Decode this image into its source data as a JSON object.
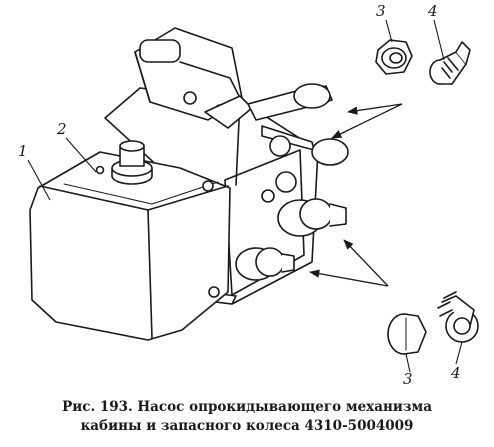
{
  "callouts": {
    "part_1": "1",
    "part_2": "2",
    "part_3_top": "3",
    "part_4_top": "4",
    "part_3_bottom": "3",
    "part_4_bottom": "4"
  },
  "caption": {
    "line1": "Рис. 193. Насос опрокидывающего механизма",
    "line2": "кабины и запасного колеса 4310-5004009"
  },
  "colors": {
    "ink": "#1a1a1a",
    "paper": "#ffffff"
  }
}
